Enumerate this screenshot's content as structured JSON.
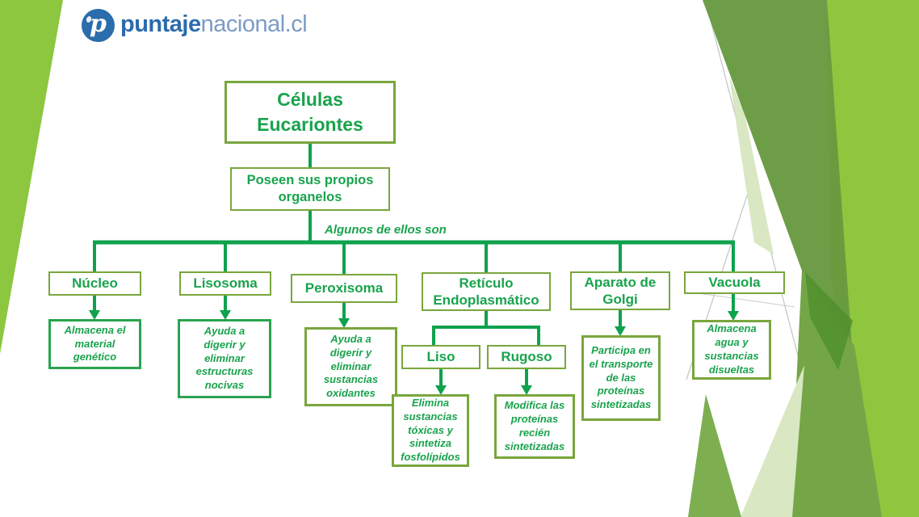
{
  "logo": {
    "icon": "puntajenacional-p-circle-icon",
    "bold": "puntaje",
    "light": "nacional.cl"
  },
  "diagram": {
    "root": "Células Eucariontes",
    "subtitle": "Poseen sus propios organelos",
    "branch_label": "Algunos de ellos son",
    "organelles": [
      {
        "name": "Núcleo",
        "description": "Almacena el material genético"
      },
      {
        "name": "Lisosoma",
        "description": "Ayuda a digerir y eliminar estructuras nocivas"
      },
      {
        "name": "Peroxisoma",
        "description": "Ayuda a digerir y eliminar sustancias oxidantes"
      },
      {
        "name": "Retículo Endoplasmático",
        "children": [
          {
            "name": "Liso",
            "description": "Elimina sustancias tóxicas y sintetiza fosfolípidos"
          },
          {
            "name": "Rugoso",
            "description": "Modifica las proteínas recién sintetizadas"
          }
        ]
      },
      {
        "name": "Aparato de Golgi",
        "description": "Participa en el transporte de las proteínas sintetizadas"
      },
      {
        "name": "Vacuola",
        "description": "Almacena agua y sustancias disueltas"
      }
    ]
  },
  "colors": {
    "connector_green": "#0fa24d",
    "text_green": "#19a34d",
    "olive_border": "#79a63d",
    "bright_border": "#2aa34f",
    "logo_blue": "#2b6cab",
    "logo_light_blue": "#7b9cc4",
    "decor_bright_green": "#8ec63d",
    "decor_dark_green": "#68993f",
    "decor_mid_green": "#74a647",
    "decor_pale_green": "#d9e7c2"
  }
}
